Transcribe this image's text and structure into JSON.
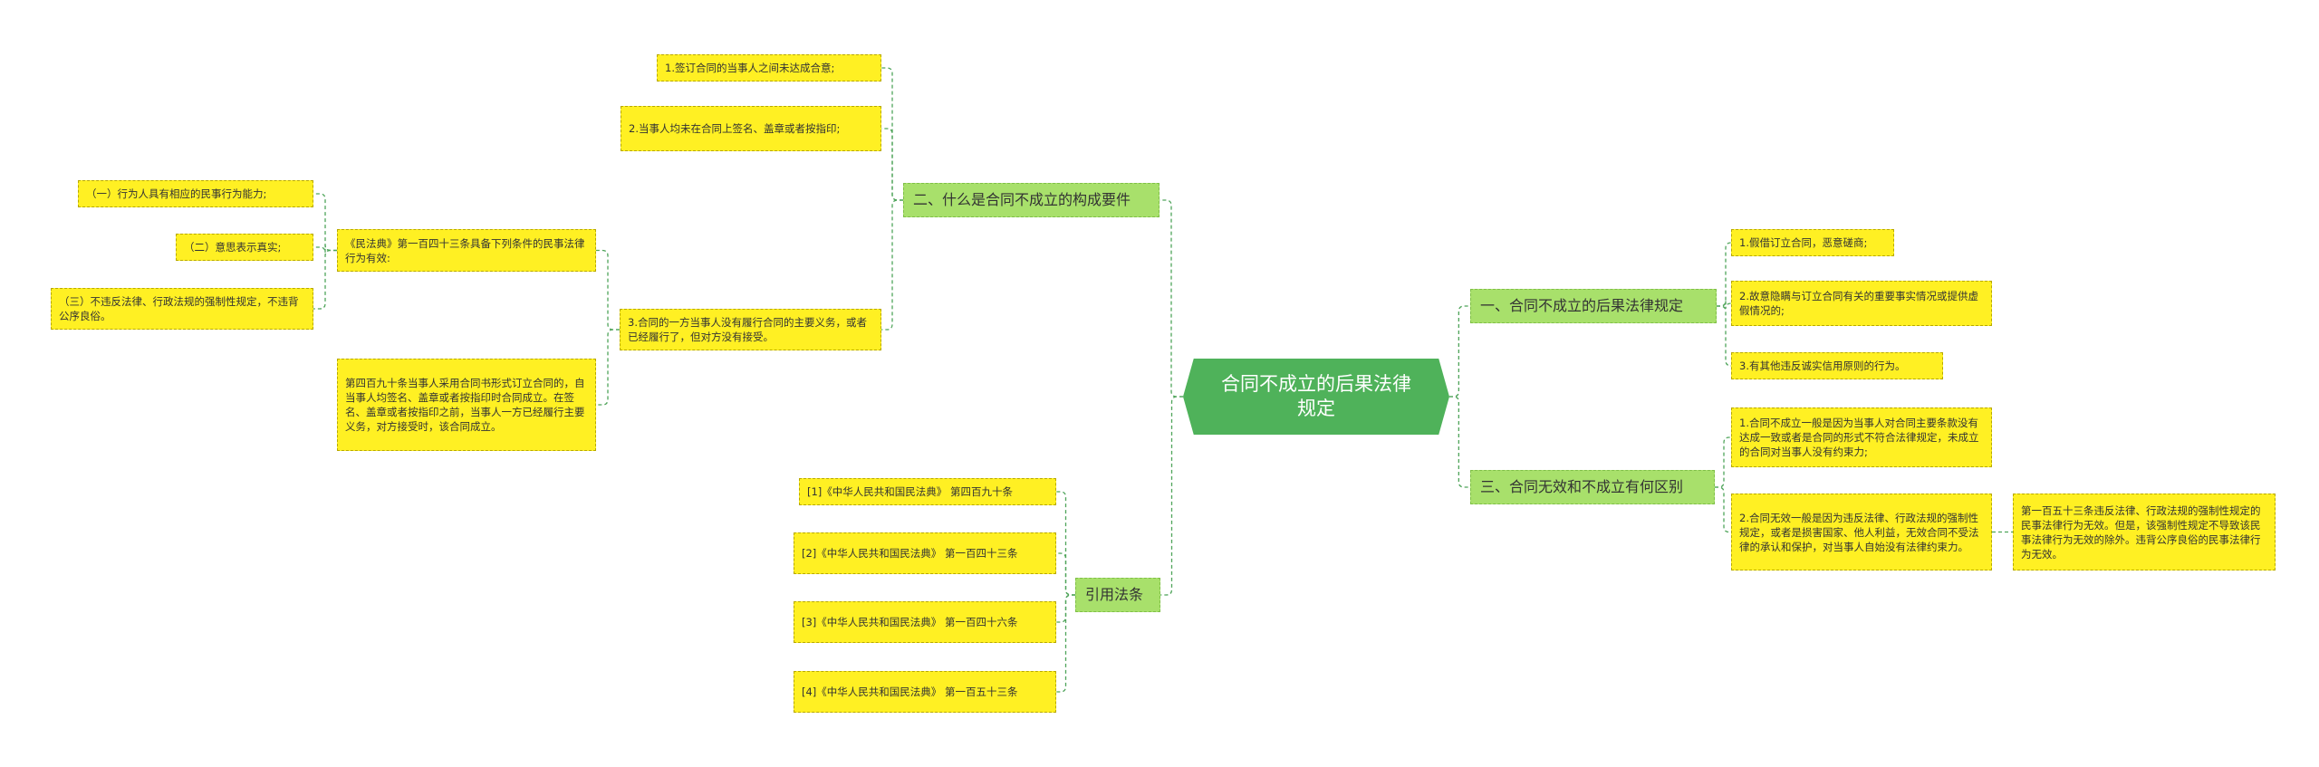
{
  "root": "合同不成立的后果法律规定",
  "branches": {
    "b1": "二、什么是合同不成立的构成要件",
    "b2": "引用法条",
    "b3": "一、合同不成立的后果法律规定",
    "b4": "三、合同无效和不成立有何区别"
  },
  "leaves": {
    "l1": "1.签订合同的当事人之间未达成合意;",
    "l2": "2.当事人均未在合同上签名、盖章或者按指印;",
    "l3": "3.合同的一方当事人没有履行合同的主要义务，或者已经履行了，但对方没有接受。",
    "l3a": "《民法典》第一百四十三条具备下列条件的民事法律行为有效:",
    "l3b": "第四百九十条当事人采用合同书形式订立合同的，自当事人均签名、盖章或者按指印时合同成立。在签名、盖章或者按指印之前，当事人一方已经履行主要义务，对方接受时，该合同成立。",
    "l3a1": "（一）行为人具有相应的民事行为能力;",
    "l3a2": "（二）意思表示真实;",
    "l3a3": "（三）不违反法律、行政法规的强制性规定，不违背公序良俗。",
    "r1": "[1]《中华人民共和国民法典》 第四百九十条",
    "r2": "[2]《中华人民共和国民法典》 第一百四十三条",
    "r3": "[3]《中华人民共和国民法典》 第一百四十六条",
    "r4": "[4]《中华人民共和国民法典》 第一百五十三条",
    "c1": "1.假借订立合同，恶意磋商;",
    "c2": "2.故意隐瞒与订立合同有关的重要事实情况或提供虚假情况的;",
    "c3": "3.有其他违反诚实信用原则的行为。",
    "d1": "1.合同不成立一般是因为当事人对合同主要条款没有达成一致或者是合同的形式不符合法律规定，未成立的合同对当事人没有约束力;",
    "d2": "2.合同无效一般是因为违反法律、行政法规的强制性规定，或者是损害国家、他人利益，无效合同不受法律的承认和保护，对当事人自始没有法律约束力。",
    "d2a": "第一百五十三条违反法律、行政法规的强制性规定的民事法律行为无效。但是，该强制性规定不导致该民事法律行为无效的除外。违背公序良俗的民事法律行为无效。"
  },
  "colors": {
    "root": "#4fb25a",
    "branch": "#a8e06b",
    "leaf": "#fff023",
    "link": "#4fa45a"
  }
}
